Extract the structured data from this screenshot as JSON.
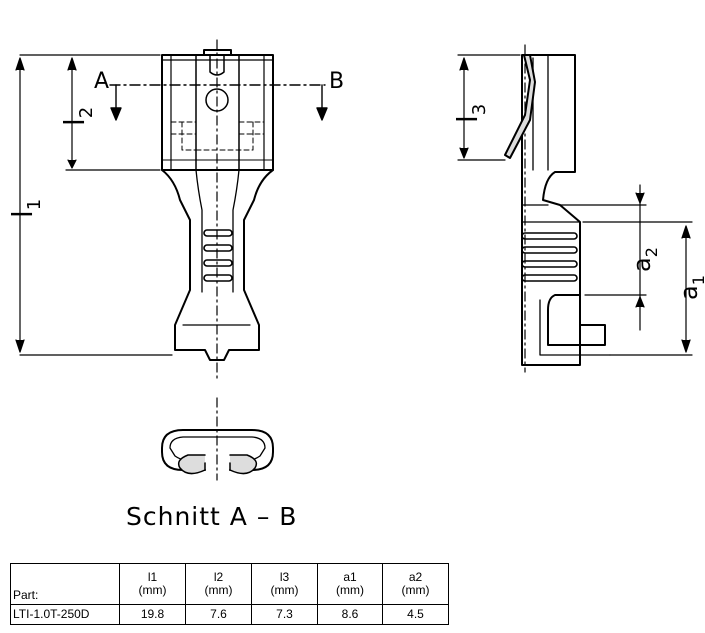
{
  "drawing": {
    "labels": {
      "l1": "l",
      "l1_sub": "1",
      "l2": "l",
      "l2_sub": "2",
      "l3": "l",
      "l3_sub": "3",
      "a1": "a",
      "a1_sub": "1",
      "a2": "a",
      "a2_sub": "2",
      "cut_a": "A",
      "cut_b": "B"
    },
    "section_title": "Schnitt  A – B"
  },
  "table": {
    "part_label": "Part:",
    "columns": [
      {
        "name": "l1",
        "unit": "(mm)"
      },
      {
        "name": "l2",
        "unit": "(mm)"
      },
      {
        "name": "l3",
        "unit": "(mm)"
      },
      {
        "name": "a1",
        "unit": "(mm)"
      },
      {
        "name": "a2",
        "unit": "(mm)"
      }
    ],
    "rows": [
      {
        "part": "LTI-1.0T-250D",
        "values": [
          "19.8",
          "7.6",
          "7.3",
          "8.6",
          "4.5"
        ]
      }
    ]
  }
}
